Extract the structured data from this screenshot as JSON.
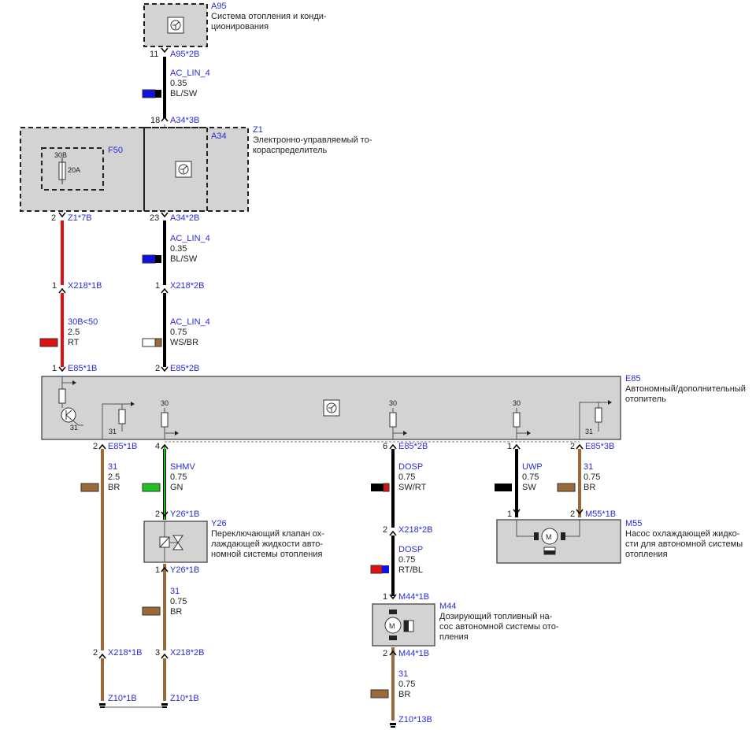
{
  "components": {
    "A95": {
      "id": "A95",
      "desc": [
        "Система отопления и конди-",
        "ционирования"
      ]
    },
    "Z1": {
      "id": "Z1",
      "desc": [
        "Электронно-управляемый то-",
        "кораспределитель"
      ]
    },
    "A34": {
      "id": "A34"
    },
    "F50": {
      "id": "F50",
      "pin": "30B",
      "rating": "20A"
    },
    "E85": {
      "id": "E85",
      "desc": [
        "Автономный/дополнительный",
        "отопитель"
      ]
    },
    "Y26": {
      "id": "Y26",
      "desc": [
        "Переключающий клапан ох-",
        "лаждающей жидкости авто-",
        "номной системы отопления"
      ]
    },
    "M55": {
      "id": "M55",
      "desc": [
        "Насос охлаждающей жидко-",
        "сти для автономной системы",
        "отопления"
      ]
    },
    "M44": {
      "id": "M44",
      "desc": [
        "Дозирующий топливный на-",
        "сос автономной системы ото-",
        "пления"
      ]
    }
  },
  "connectors": [
    {
      "pin": "11",
      "label": "A95*2B"
    },
    {
      "pin": "18",
      "label": "A34*3B"
    },
    {
      "pin": "2",
      "label": "Z1*7B"
    },
    {
      "pin": "23",
      "label": "A34*2B"
    },
    {
      "pin": "1",
      "label": "X218*1B"
    },
    {
      "pin": "1",
      "label": "X218*2B"
    },
    {
      "pin": "1",
      "label": "E85*1B"
    },
    {
      "pin": "2",
      "label": "E85*2B"
    },
    {
      "pin": "2",
      "label": "E85*1B"
    },
    {
      "pin": "4",
      "label": ""
    },
    {
      "pin": "6",
      "label": "E85*2B"
    },
    {
      "pin": "1",
      "label": ""
    },
    {
      "pin": "2",
      "label": "E85*3B"
    },
    {
      "pin": "2",
      "label": "Y26*1B"
    },
    {
      "pin": "1",
      "label": "Y26*1B"
    },
    {
      "pin": "2",
      "label": "X218*2B"
    },
    {
      "pin": "1",
      "label": "M44*1B"
    },
    {
      "pin": "2",
      "label": "M44*1B"
    },
    {
      "pin": "1",
      "label": ""
    },
    {
      "pin": "2",
      "label": "M55*1B"
    },
    {
      "pin": "2",
      "label": "X218*1B"
    },
    {
      "pin": "3",
      "label": "X218*2B"
    }
  ],
  "wires": [
    {
      "name": "AC_LIN_4",
      "size": "0.35",
      "color": "BL/SW"
    },
    {
      "name": "AC_LIN_4",
      "size": "0.35",
      "color": "BL/SW"
    },
    {
      "name": "30B<50",
      "size": "2.5",
      "color": "RT"
    },
    {
      "name": "AC_LIN_4",
      "size": "0.75",
      "color": "WS/BR"
    },
    {
      "name": "31",
      "size": "2.5",
      "color": "BR"
    },
    {
      "name": "SHMV",
      "size": "0.75",
      "color": "GN"
    },
    {
      "name": "DOSP",
      "size": "0.75",
      "color": "SW/RT"
    },
    {
      "name": "UWP",
      "size": "0.75",
      "color": "SW"
    },
    {
      "name": "31",
      "size": "0.75",
      "color": "BR"
    },
    {
      "name": "DOSP",
      "size": "0.75",
      "color": "RT/BL"
    },
    {
      "name": "31",
      "size": "0.75",
      "color": "BR"
    },
    {
      "name": "31",
      "size": "0.75",
      "color": "BR"
    }
  ],
  "grounds": [
    "Z10*1B",
    "Z10*1B",
    "Z10*13B"
  ],
  "internal": {
    "t30": "30",
    "t31": "31"
  },
  "colors": {
    "BL": "#1010e0",
    "SW": "#000000",
    "RT": "#e01010",
    "WS": "#ffffff",
    "BR": "#9a6a3a",
    "GN": "#20c020",
    "label": "#2b2bd6"
  }
}
